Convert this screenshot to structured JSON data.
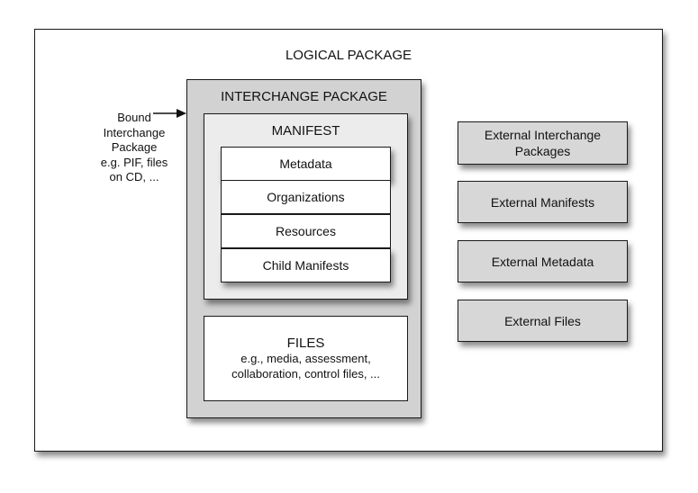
{
  "logical_package": {
    "title": "LOGICAL PACKAGE"
  },
  "bound_label": {
    "lines": [
      "Bound",
      "Interchange",
      "Package",
      "e.g. PIF, files",
      "on CD, ..."
    ]
  },
  "interchange_package": {
    "title": "INTERCHANGE PACKAGE",
    "manifest": {
      "title": "MANIFEST",
      "items": [
        "Metadata",
        "Organizations",
        "Resources",
        "Child Manifests"
      ]
    },
    "files": {
      "title": "FILES",
      "lines": [
        "e.g., media, assessment,",
        "collaboration, control files, ..."
      ]
    }
  },
  "external": [
    {
      "lines": [
        "External Interchange",
        "Packages"
      ]
    },
    {
      "lines": [
        "External Manifests"
      ]
    },
    {
      "lines": [
        "External Metadata"
      ]
    },
    {
      "lines": [
        "External Files"
      ]
    }
  ],
  "colors": {
    "interchange_fill": "#d2d2d2",
    "manifest_fill": "#ececec",
    "external_fill": "#d7d7d7",
    "border": "#1a1a1a"
  }
}
